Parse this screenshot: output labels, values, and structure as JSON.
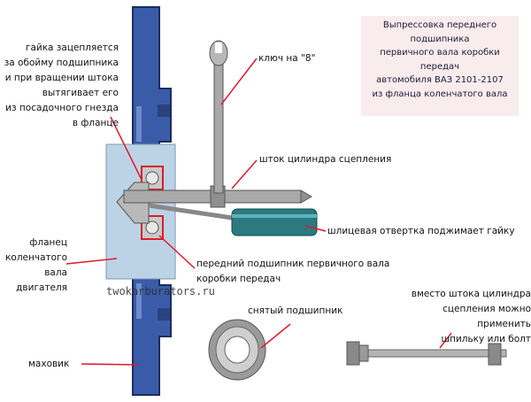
{
  "title": {
    "lines": [
      "Выпрессовка переднего",
      "подшипника",
      "первичного вала коробки",
      "передач",
      "автомобиля ВАЗ 2101-2107",
      "из фланца коленчатого вала"
    ]
  },
  "labels": {
    "nut_grips": [
      "гайка зацепляется",
      "за обойму подшипника",
      "и при вращении штока",
      "вытягивает его",
      "из посадочного гнезда",
      "в фланце"
    ],
    "wrench": "ключ на \"8\"",
    "rod": "шток цилиндра сцепления",
    "screwdriver": "шлицевая отвертка поджимает гайку",
    "flange": [
      "фланец",
      "коленчатого",
      "вала",
      "двигателя"
    ],
    "bearing": [
      "передний подшипник первичного вала",
      "коробки передач"
    ],
    "removed_bearing": "снятый подшипник",
    "flywheel": "маховик",
    "alternative": [
      "вместо штока цилиндра",
      "сцепления можно применить",
      "шпильку или болт"
    ]
  },
  "watermark": "twokarburators.ru",
  "colors": {
    "flywheel": "#3a5ca8",
    "flange": "#bcd3e6",
    "leader": "#e0182a",
    "screwdriver_handle": "#2a7a80",
    "title_bg": "#f9ecec"
  }
}
